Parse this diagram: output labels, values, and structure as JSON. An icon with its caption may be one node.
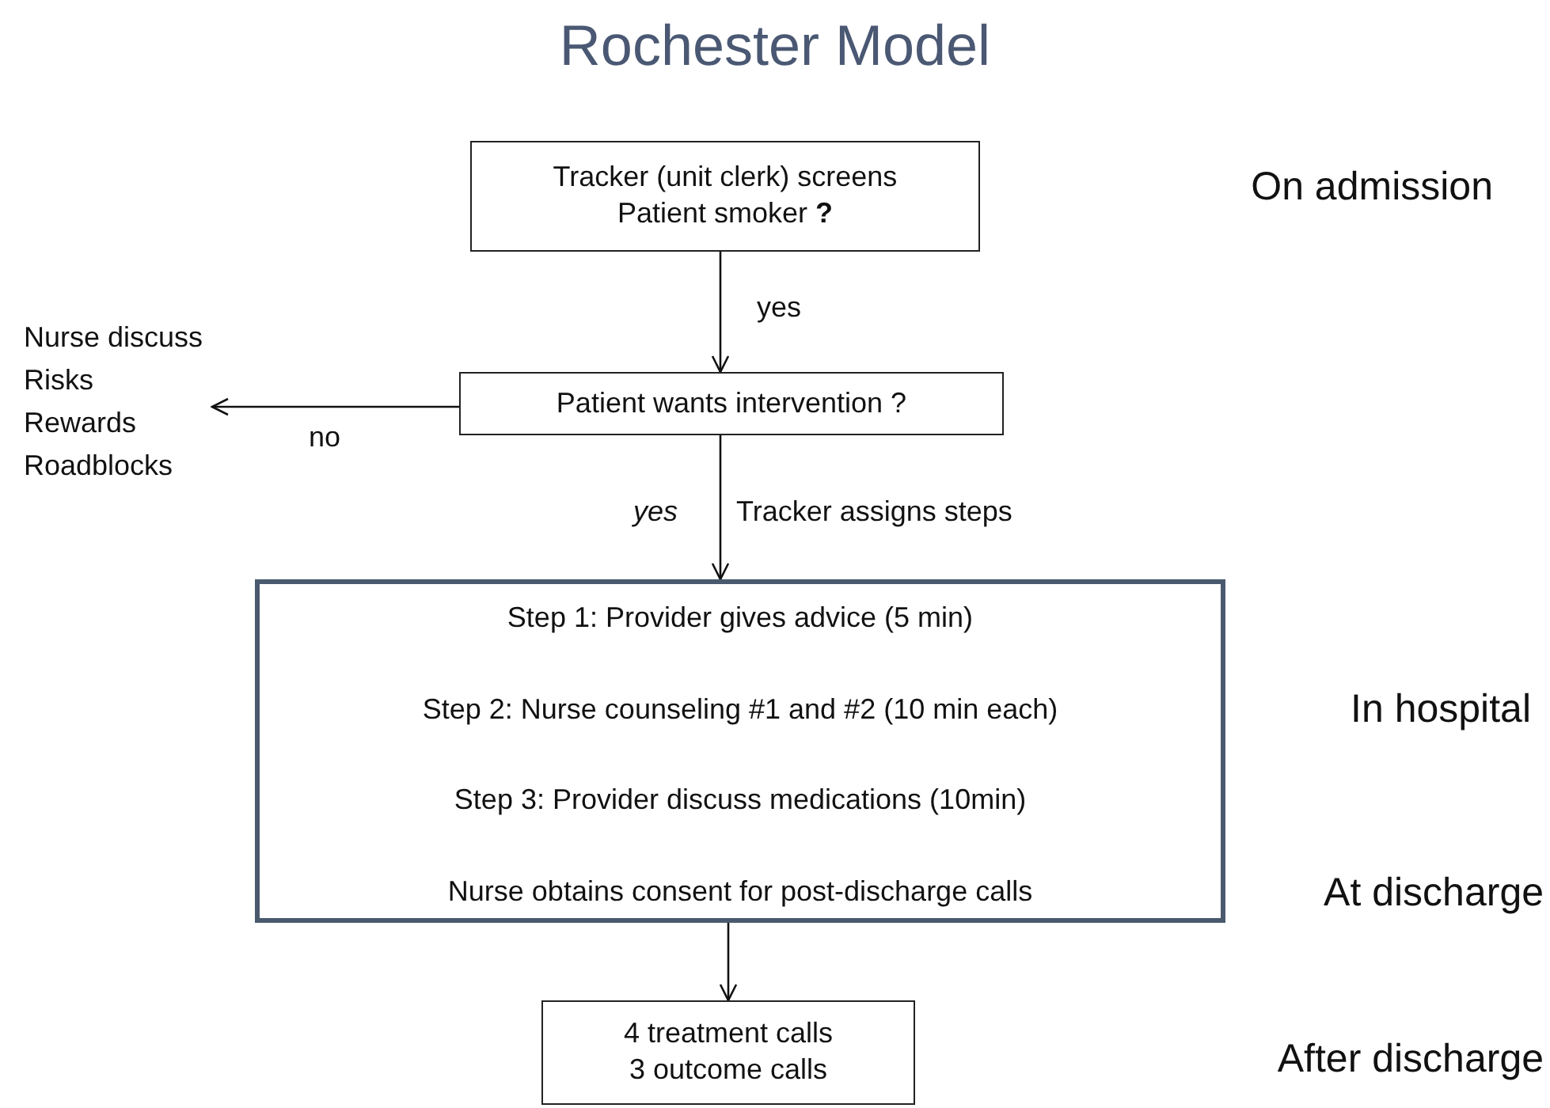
{
  "diagram": {
    "title": "Rochester Model",
    "nodes": [
      {
        "text": [
          "Tracker (unit clerk) screens Patient smoker **?**"
        ]
      },
      {
        "text": [
          "Patient wants intervention ?"
        ]
      },
      {
        "text": [
          "Nurse discuss Risks Rewards Roadblocks"
        ]
      },
      {
        "text": [
          "Step 1: Provider gives advice (5 min)",
          "Step 2: Nurse counseling #1 and #2 (10 min each)",
          "Step 3: Provider discuss medications (10min)",
          "Nurse obtains consent for post-discharge calls"
        ]
      },
      {
        "text": [
          "4 treatment calls 3 outcome calls"
        ]
      }
    ],
    "edges": [
      {
        "from": 0,
        "to": 1,
        "arrow": "to",
        "label": "yes"
      },
      {
        "from": 1,
        "to": 2,
        "arrow": "to",
        "label": "no"
      },
      {
        "from": 1,
        "to": 3,
        "arrow": "to",
        "label": "Tracker assigns steps"
      },
      {
        "from": 3,
        "to": 4,
        "arrow": "to"
      }
    ],
    "labels": [
      "On admission",
      "yes",
      "In hospital",
      "At discharge",
      "After discharge"
    ]
  }
}
